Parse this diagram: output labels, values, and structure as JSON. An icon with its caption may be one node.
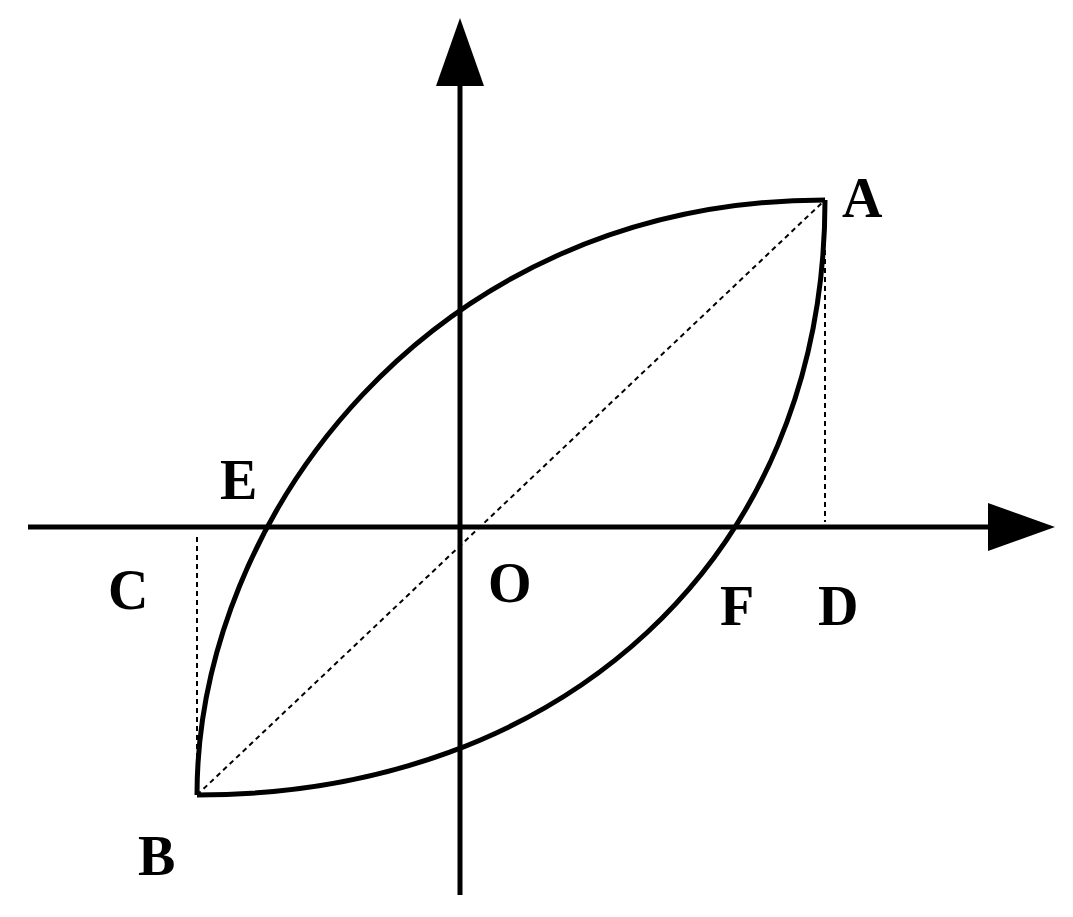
{
  "diagram": {
    "labels": [
      "A",
      "E",
      "C",
      "O",
      "F",
      "D",
      "B"
    ]
  }
}
